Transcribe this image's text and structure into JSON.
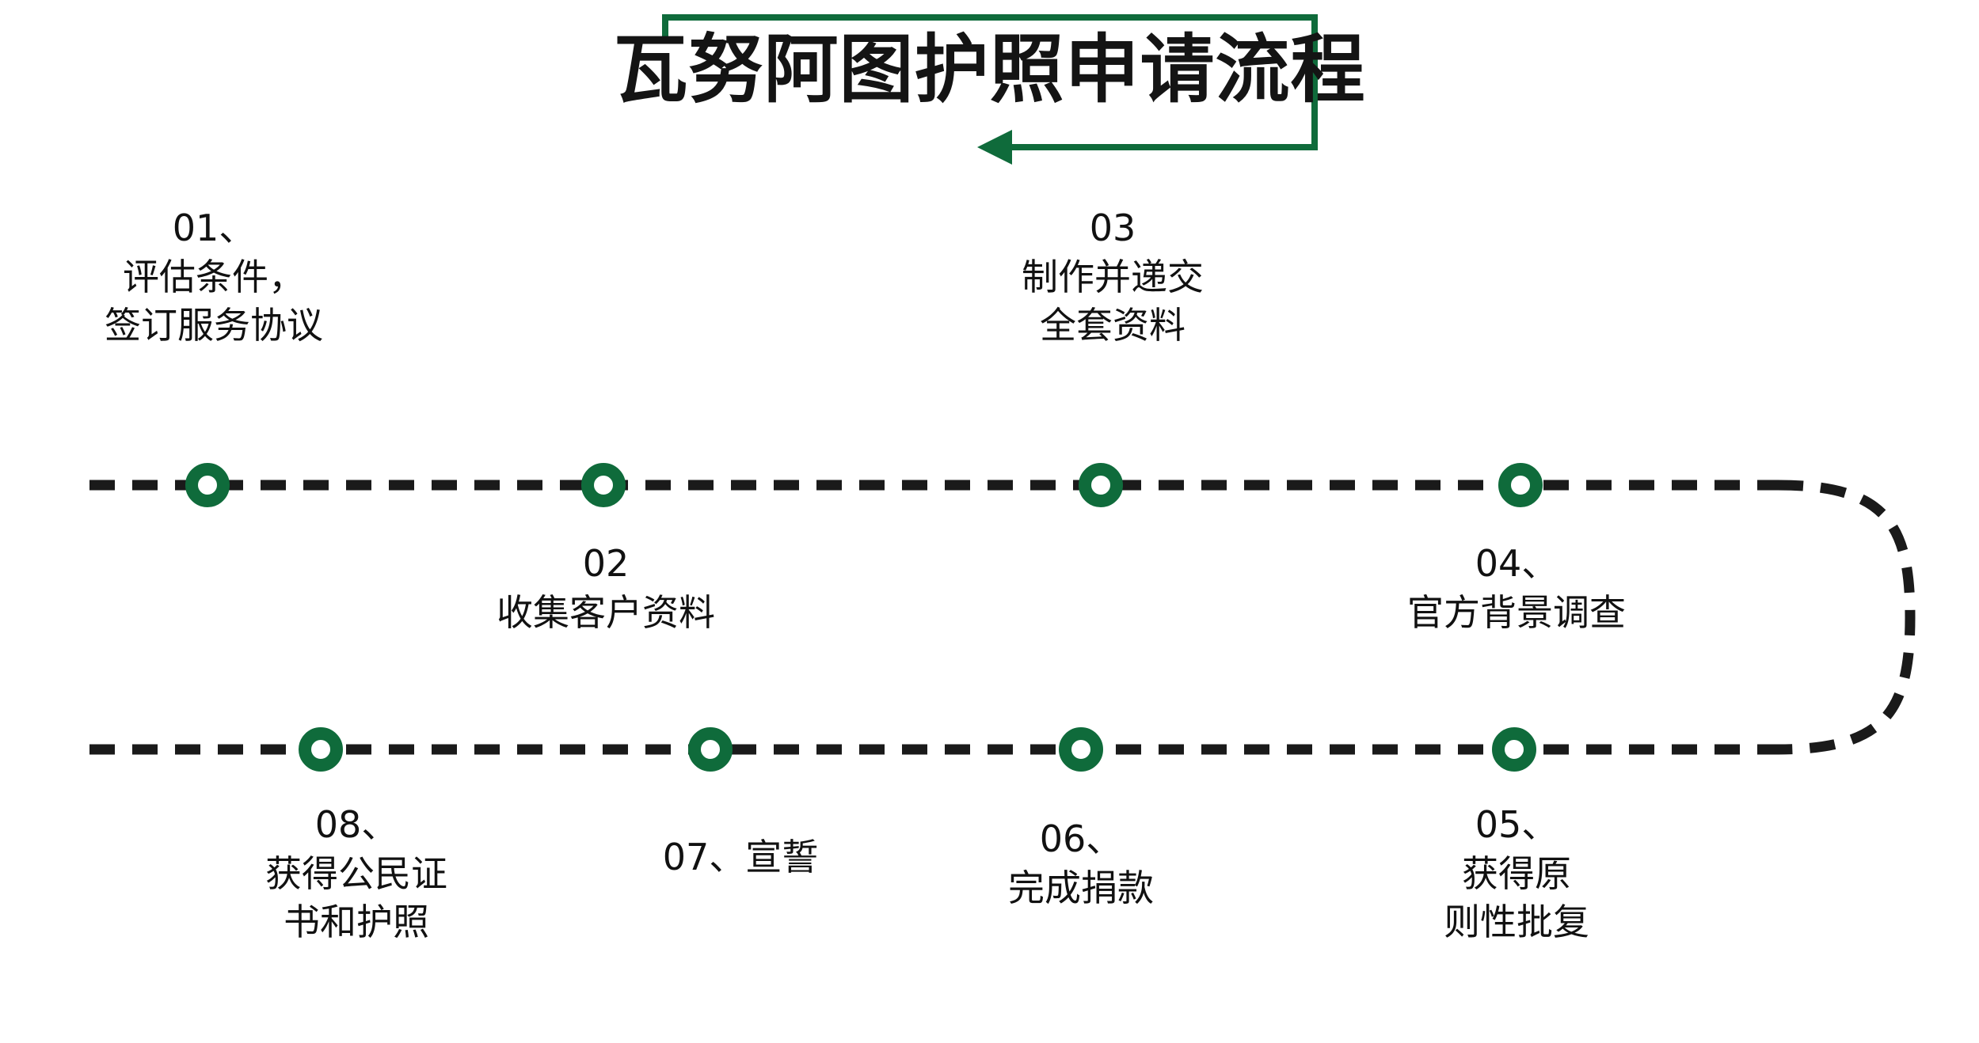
{
  "title": "瓦努阿图护照申请流程",
  "colors": {
    "accent_green": "#0F6B3B",
    "track_black": "#1A1A1A",
    "text": "#111111",
    "background": "#FFFFFF"
  },
  "title_arrow": {
    "icon": "loop-back-arrow",
    "direction": "leftward",
    "color": "#0F6B3B"
  },
  "flow": {
    "type": "serpentine-timeline",
    "rows": 2,
    "node_shape": "ring",
    "node_color": "#0F6B3B",
    "connector_style": "dashed",
    "connector_color": "#1A1A1A",
    "steps": [
      {
        "id": "01",
        "num": "01、",
        "lines": [
          "评估条件，",
          "签订服务协议"
        ],
        "row": "top",
        "position": "above"
      },
      {
        "id": "02",
        "num": "02",
        "lines": [
          "收集客户资料"
        ],
        "row": "top",
        "position": "below"
      },
      {
        "id": "03",
        "num": "03",
        "lines": [
          "制作并递交",
          "全套资料"
        ],
        "row": "top",
        "position": "above"
      },
      {
        "id": "04",
        "num": "04、",
        "lines": [
          "官方背景调查"
        ],
        "row": "top",
        "position": "below"
      },
      {
        "id": "05",
        "num": "05、",
        "lines": [
          "获得原",
          "则性批复"
        ],
        "row": "bottom",
        "position": "below"
      },
      {
        "id": "06",
        "num": "06、",
        "lines": [
          "完成捐款"
        ],
        "row": "bottom",
        "position": "below"
      },
      {
        "id": "07",
        "num": "07、宣誓",
        "lines": [],
        "row": "bottom",
        "position": "below"
      },
      {
        "id": "08",
        "num": "08、",
        "lines": [
          "获得公民证",
          "书和护照"
        ],
        "row": "bottom",
        "position": "below"
      }
    ]
  }
}
